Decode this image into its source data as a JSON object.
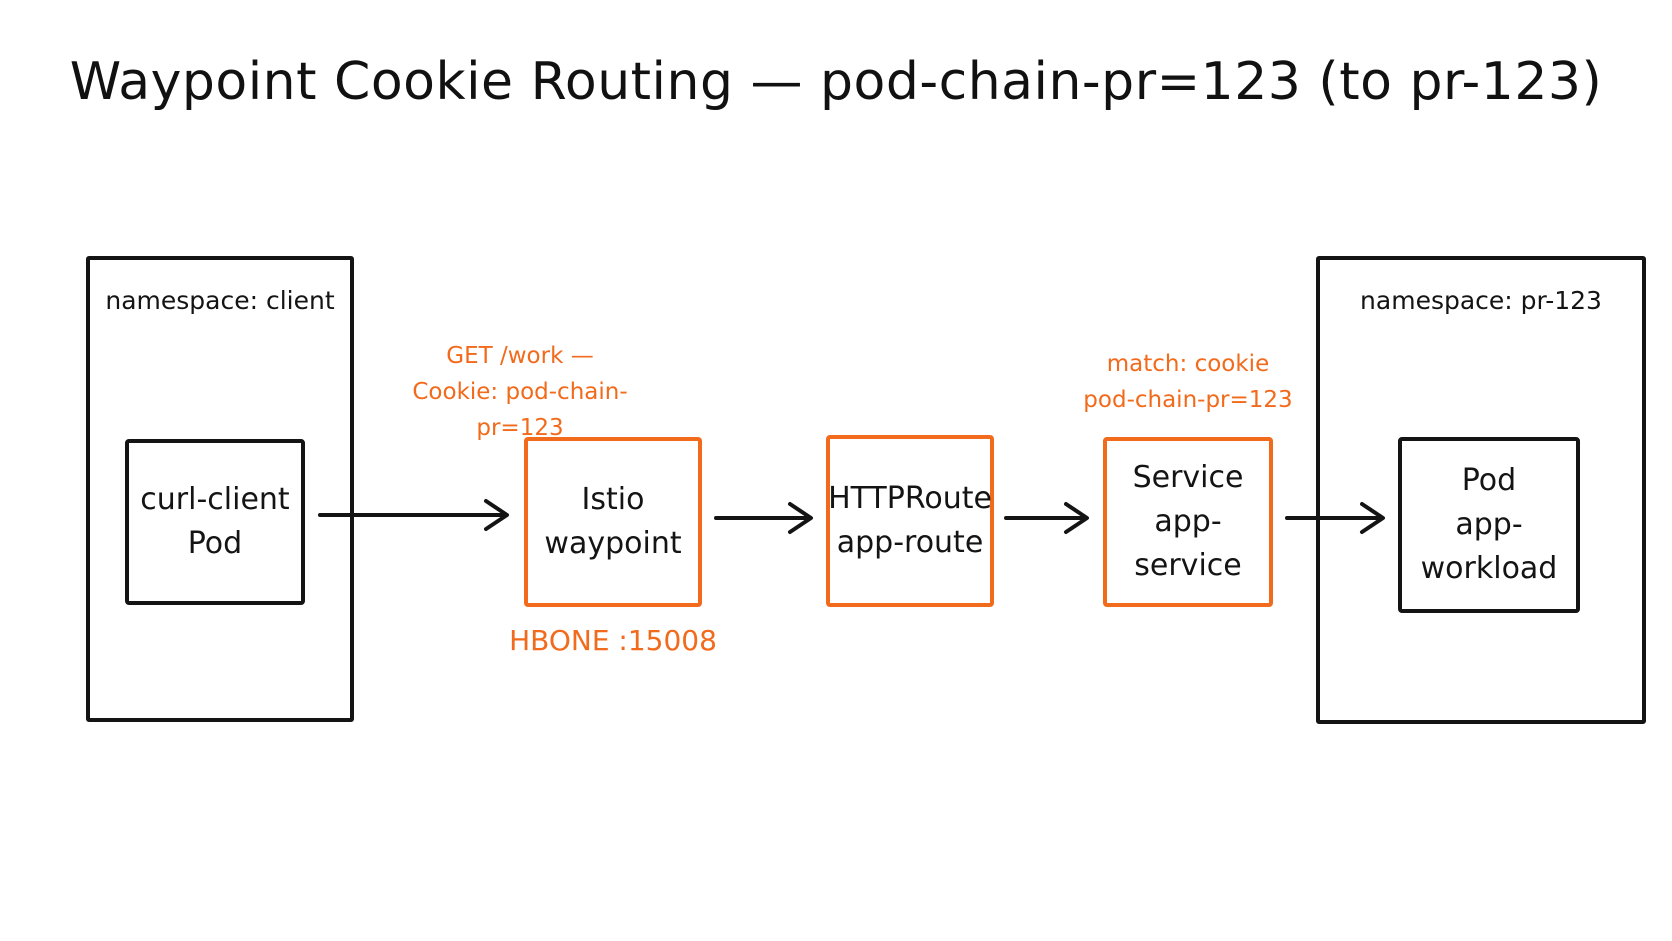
{
  "title": "Waypoint Cookie Routing — pod-chain-pr=123 (to pr-123)",
  "namespaces": {
    "client": {
      "label": "namespace: client"
    },
    "pr": {
      "label": "namespace: pr-123"
    }
  },
  "nodes": {
    "curl_client": {
      "line1": "curl-client",
      "line2": "Pod"
    },
    "waypoint": {
      "line1": "Istio",
      "line2": "waypoint",
      "sublabel": "HBONE :15008"
    },
    "httproute": {
      "line1": "HTTPRoute",
      "line2": "app-route"
    },
    "service": {
      "line1": "Service",
      "line2": "app-service"
    },
    "pod": {
      "line1": "Pod",
      "line2": "app-workload"
    }
  },
  "annotations": {
    "request": {
      "line1": "GET /work —",
      "line2": "Cookie: pod-chain-pr=123"
    },
    "match": {
      "line1": "match: cookie",
      "line2": "pod-chain-pr=123"
    }
  },
  "colors": {
    "ink": "#141414",
    "accent": "#f26a1b",
    "background": "#ffffff"
  }
}
